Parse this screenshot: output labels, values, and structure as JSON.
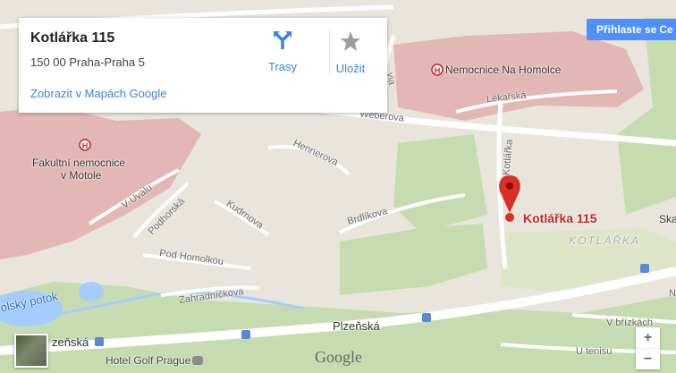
{
  "info_card": {
    "title": "Kotlářka 115",
    "address": "150 00 Praha-Praha 5",
    "directions_label": "Trasy",
    "save_label": "Uložit",
    "open_link": "Zobrazit v Mapách Google"
  },
  "signin_label": "Přihlaste se",
  "map": {
    "marker_label": "Kotlářka 115",
    "district_label": "KOTLÁŘKA",
    "hospital_top": "Nemocnice Na Homolce",
    "hospital_left_line1": "Fakultní nemocnice",
    "hospital_left_line2": "v Motole",
    "hotel_label": "Hotel Golf Prague",
    "attribution": "Google",
    "streets": {
      "weberova": "Weberova",
      "lekarska": "Lékařská",
      "hennerova": "Hennerova",
      "kotlarka": "Kotlářka",
      "brdlikova": "Brdlíkova",
      "uvalu": "V Úvalu",
      "podhorska": "Podhorská",
      "kudrnova": "Kudrnova",
      "pod_homolkou": "Pod Homolkou",
      "zahradnickova": "Zahradníčkova",
      "plzenska": "Plzeňská",
      "plzenska_left": "zeňská",
      "potok": "olský potok",
      "v_brizkach": "V břízkách",
      "u_tenisu": "U tenisu",
      "via": "via",
      "ska": "Ska",
      "n_right": "N",
      "ce_right": "Ce"
    }
  },
  "controls": {
    "zoom_in": "+",
    "zoom_out": "−"
  },
  "colors": {
    "land": "#e9e5dc",
    "hospital_area": "#e3b7b5",
    "park": "#c6dcb0",
    "water": "#a3ccff",
    "road": "#ffffff",
    "accent": "#4d90fe",
    "marker": "#d93025"
  },
  "icons": [
    "directions-icon",
    "star-icon",
    "map-pin-icon",
    "hospital-icon",
    "bus-stop-icon",
    "hotel-icon",
    "satellite-thumbnail"
  ]
}
